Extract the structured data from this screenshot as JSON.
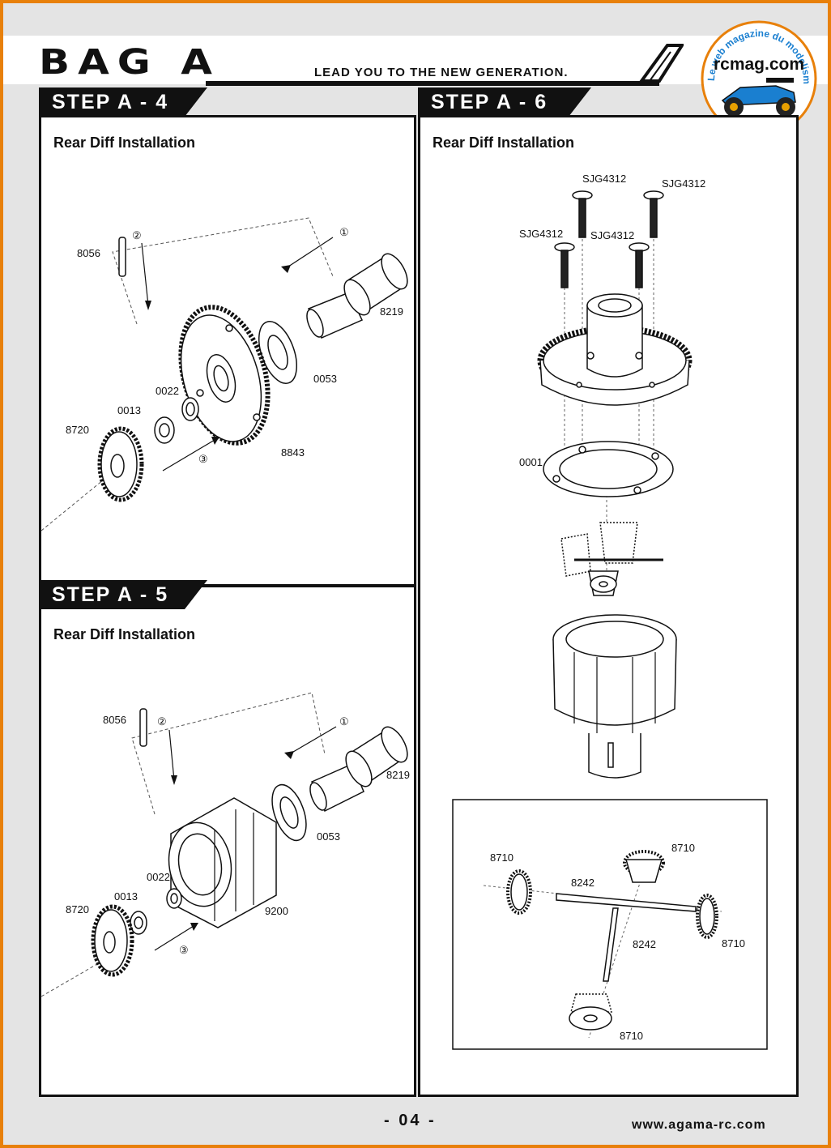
{
  "header": {
    "bag_title": "BAG A",
    "tagline": "LEAD YOU TO THE NEW GENERATION."
  },
  "watermark": {
    "brand": "rcmag.com",
    "slogan": "Le web magazine du modelisme"
  },
  "steps": {
    "a4": {
      "tab": "STEP A - 4",
      "title": "Rear Diff Installation",
      "parts": {
        "p8056": "8056",
        "p8219": "8219",
        "p0053": "0053",
        "p0022": "0022",
        "p0013": "0013",
        "p8720": "8720",
        "p8843": "8843"
      },
      "order": {
        "o1": "①",
        "o2": "②",
        "o3": "③"
      }
    },
    "a5": {
      "tab": "STEP A - 5",
      "title": "Rear Diff Installation",
      "parts": {
        "p8056": "8056",
        "p8219": "8219",
        "p0053": "0053",
        "p0022": "0022",
        "p0013": "0013",
        "p8720": "8720",
        "p9200": "9200"
      },
      "order": {
        "o1": "①",
        "o2": "②",
        "o3": "③"
      }
    },
    "a6": {
      "tab": "STEP A - 6",
      "title": "Rear Diff Installation",
      "parts": {
        "screw1": "SJG4312",
        "screw2": "SJG4312",
        "screw3": "SJG4312",
        "screw4": "SJG4312",
        "gasket": "0001"
      },
      "detail": {
        "gear_left": "8710",
        "gear_top": "8710",
        "gear_right": "8710",
        "gear_bottom": "8710",
        "shaft_long": "8242",
        "shaft_short": "8242"
      }
    }
  },
  "footer": {
    "page_number": "- 04 -",
    "website": "www.agama-rc.com"
  },
  "colors": {
    "border_orange": "#e8800a",
    "page_gray": "#e4e4e4",
    "ink": "#111111",
    "rcmag_blue": "#1a7fd0"
  }
}
